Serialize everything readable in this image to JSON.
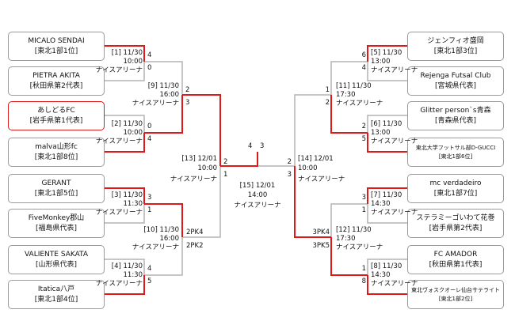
{
  "colors": {
    "winner": "#e01818",
    "loser": "#b4b4b4",
    "box_border": "#9a9a9a"
  },
  "teams": [
    {
      "name": "MICALO SENDAI",
      "label": "[東北1部1位]"
    },
    {
      "name": "PIETRA AKITA",
      "label": "[秋田県第2代表]"
    },
    {
      "name": "あしどるFC",
      "label": "[岩手県第1代表]"
    },
    {
      "name": "malva山形fc",
      "label": "[東北1部8位]"
    },
    {
      "name": "GERANT",
      "label": "[東北1部5位]"
    },
    {
      "name": "FiveMonkey郡山",
      "label": "[福島県代表]"
    },
    {
      "name": "VALIENTE SAKATA",
      "label": "[山形県代表]"
    },
    {
      "name": "Itatica八戸",
      "label": "[東北1部4位]"
    },
    {
      "name": "ジェンフィオ盛岡",
      "label": "[東北1部3位]"
    },
    {
      "name": "Rejenga Futsal Club",
      "label": "[宮城県代表]"
    },
    {
      "name": "Glitter person`s青森",
      "label": "[青森県代表]"
    },
    {
      "name": "東北大学フットサル部D-GUCCI",
      "label": "[東北1部6位]"
    },
    {
      "name": "mc verdadeiro",
      "label": "[東北1部7位]"
    },
    {
      "name": "ステラミーゴいわて花巻",
      "label": "[岩手県第2代表]"
    },
    {
      "name": "FC AMADOR",
      "label": "[秋田県第1代表]"
    },
    {
      "name": "東北ヴォスクオーレ仙台サテライト",
      "label": "[東北1部2位]"
    }
  ],
  "matches": {
    "m1": {
      "no": "[1] 11/30",
      "time": "10:00",
      "venue": "ナイスアリーナ"
    },
    "m2": {
      "no": "[2] 11/30",
      "time": "10:00",
      "venue": "ナイスアリーナ"
    },
    "m3": {
      "no": "[3] 11/30",
      "time": "11:30",
      "venue": "ナイスアリーナ"
    },
    "m4": {
      "no": "[4] 11/30",
      "time": "11:30",
      "venue": "ナイスアリーナ"
    },
    "m5": {
      "no": "[5] 11/30",
      "time": "13:00",
      "venue": "ナイスアリーナ"
    },
    "m6": {
      "no": "[6] 11/30",
      "time": "13:00",
      "venue": "ナイスアリーナ"
    },
    "m7": {
      "no": "[7] 11/30",
      "time": "14:30",
      "venue": "ナイスアリーナ"
    },
    "m8": {
      "no": "[8] 11/30",
      "time": "14:30",
      "venue": "ナイスアリーナ"
    },
    "m9": {
      "no": "[9] 11/30",
      "time": "16:00",
      "venue": "ナイスアリーナ"
    },
    "m10": {
      "no": "[10] 11/30",
      "time": "16:00",
      "venue": "ナイスアリーナ"
    },
    "m11": {
      "no": "[11] 11/30",
      "time": "17:30",
      "venue": "ナイスアリーナ"
    },
    "m12": {
      "no": "[12] 11/30",
      "time": "17:30",
      "venue": "ナイスアリーナ"
    },
    "m13": {
      "no": "[13] 12/01",
      "time": "10:00",
      "venue": "ナイスアリーナ"
    },
    "m14": {
      "no": "[14] 12/01",
      "time": "10:00",
      "venue": "ナイスアリーナ"
    },
    "m15": {
      "no": "[15] 12/01",
      "time": "14:00",
      "venue": "ナイスアリーナ"
    }
  },
  "scores": {
    "s1a": "4",
    "s1b": "0",
    "s2a": "0",
    "s2b": "4",
    "s3a": "3",
    "s3b": "1",
    "s4a": "4",
    "s4b": "5",
    "s5a": "6",
    "s5b": "4",
    "s6a": "2",
    "s6b": "5",
    "s7a": "3",
    "s7b": "1",
    "s8a": "1",
    "s8b": "8",
    "s9a": "2",
    "s9b": "3",
    "s10a": "2PK4",
    "s10b": "2PK2",
    "s11a": "1",
    "s11b": "2",
    "s12a": "3PK4",
    "s12b": "3PK5",
    "s13a": "2",
    "s13b": "1",
    "s14a": "2",
    "s14b": "3",
    "s15a": "4",
    "s15b": "3"
  }
}
